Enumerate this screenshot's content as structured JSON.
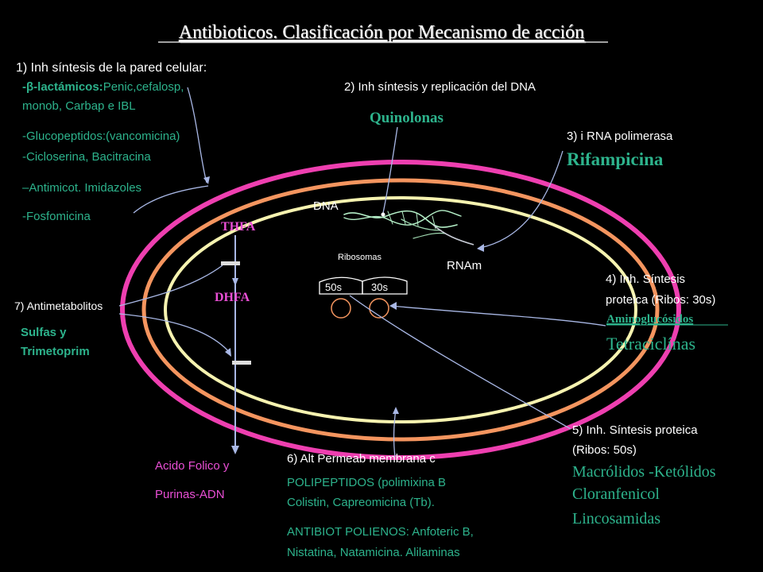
{
  "title": "Antibioticos. Clasificación por Mecanismo de acción",
  "colors": {
    "background": "#000000",
    "white": "#ffffff",
    "green": "#2db38c",
    "magenta": "#e94fd5",
    "outer_membrane": "#ee3fb0",
    "middle_membrane": "#f4955f",
    "inner_membrane": "#f6f3b0",
    "pointer": "#a9b8e6"
  },
  "group1": {
    "heading": "1) Inh síntesis de la pared celular:",
    "line1_prefix": "-β-lactámicos:",
    "line1_rest": "Penic,cefalosp,",
    "line2": "monob, Carbap e IBL",
    "line3": "-Glucopeptidos:(vancomicina)",
    "line4": "-Cicloserina,  Bacitracina",
    "line5": "–Antimicot. Imidazoles",
    "line6": "-Fosfomicina"
  },
  "group2": {
    "heading": "2) Inh síntesis y replicación del DNA",
    "drug": "Quinolonas"
  },
  "group3": {
    "heading": "3) i RNA polimerasa",
    "drug": "Rifampicina"
  },
  "group4": {
    "heading_line1": "4) Inh. Síntesis",
    "heading_line2": "proteica (Ribos: 30s)",
    "drug1": "Aminoglucósidos",
    "drug2": "Tetraciclínas"
  },
  "group5": {
    "heading_line1": "5) Inh. Síntesis proteica",
    "heading_line2": "(Ribos:  50s)",
    "drug1": "Macrólidos -Ketólidos",
    "drug2": "Cloranfenicol",
    "drug3": "Lincosamidas"
  },
  "group6": {
    "heading": "6) Alt Permeab membrana c",
    "line1": "POLIPEPTIDOS (polimixina B",
    "line2": "Colistin, Capreomicina (Tb).",
    "line3": "ANTIBIOT POLIENOS: Anfoteric B,",
    "line4": "Nistatina, Natamicina. Alilaminas"
  },
  "group7": {
    "heading": "7) Antimetabolitos",
    "drug1": "Sulfas y",
    "drug2": "Trimetoprim"
  },
  "cell": {
    "dna_label": "DNA",
    "rnam_label": "RNAm",
    "ribosomes_label": "Ribosomas",
    "sub50_label": "50s",
    "sub30_label": "30s",
    "thfa_label": "THFA",
    "dhfa_label": "DHFA",
    "folic_line1": "Acido Folico y",
    "folic_line2": "Purinas-ADN"
  }
}
